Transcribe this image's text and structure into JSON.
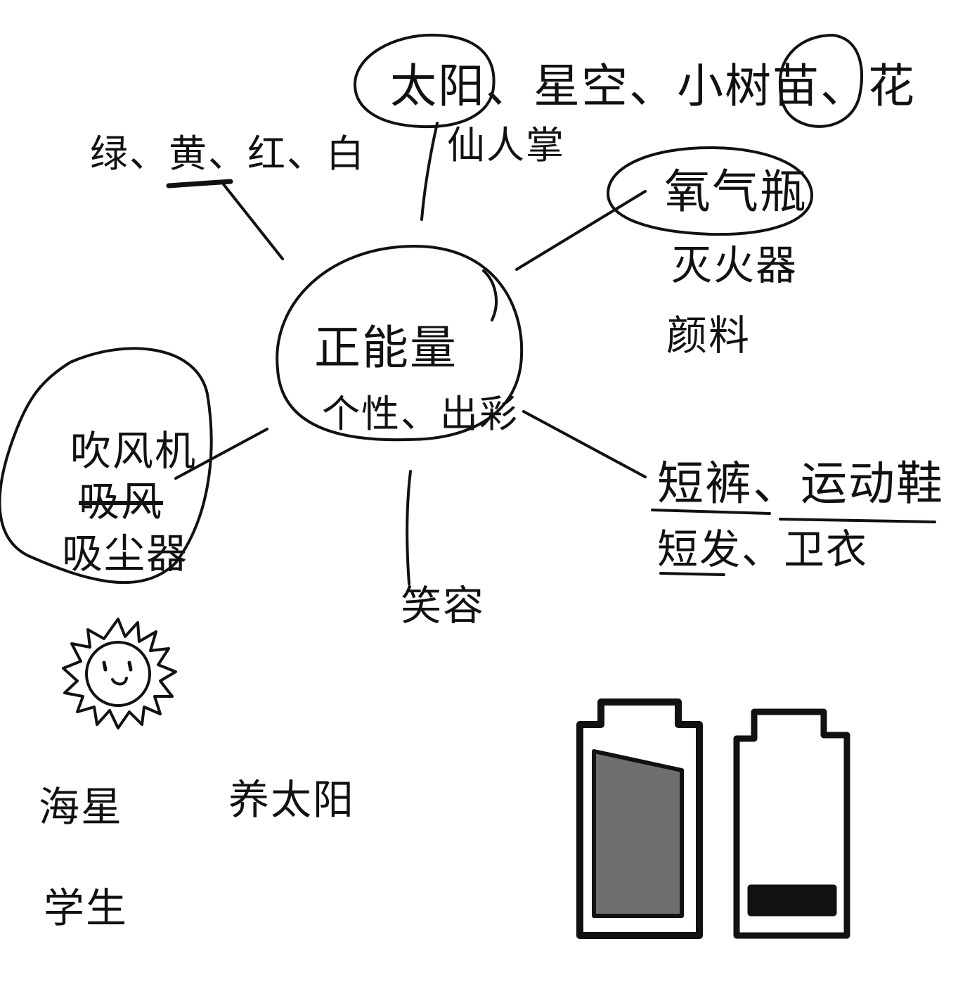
{
  "center": {
    "title": "正能量",
    "subtitle": "个性、出彩"
  },
  "branches": {
    "colors": "绿、黄、红、白",
    "nature_top": "太阳、星空、小树苗、花",
    "cactus": "仙人掌",
    "objects": [
      "氧气瓶",
      "灭火器",
      "颜料"
    ],
    "appliances": [
      "吹风机",
      "吸风",
      "吸尘器"
    ],
    "smile": "笑容",
    "clothing_row1": "短裤、运动鞋",
    "clothing_row2": "短发、卫衣"
  },
  "bottom": {
    "row1_left": "海星",
    "row1_right": "养太阳",
    "row2": "学生"
  },
  "icons": [
    "sun-face-icon",
    "battery-full-icon",
    "battery-low-icon"
  ],
  "colors": {
    "ink": "#111111",
    "paper": "#ffffff",
    "shade": "#6f6f6f"
  }
}
